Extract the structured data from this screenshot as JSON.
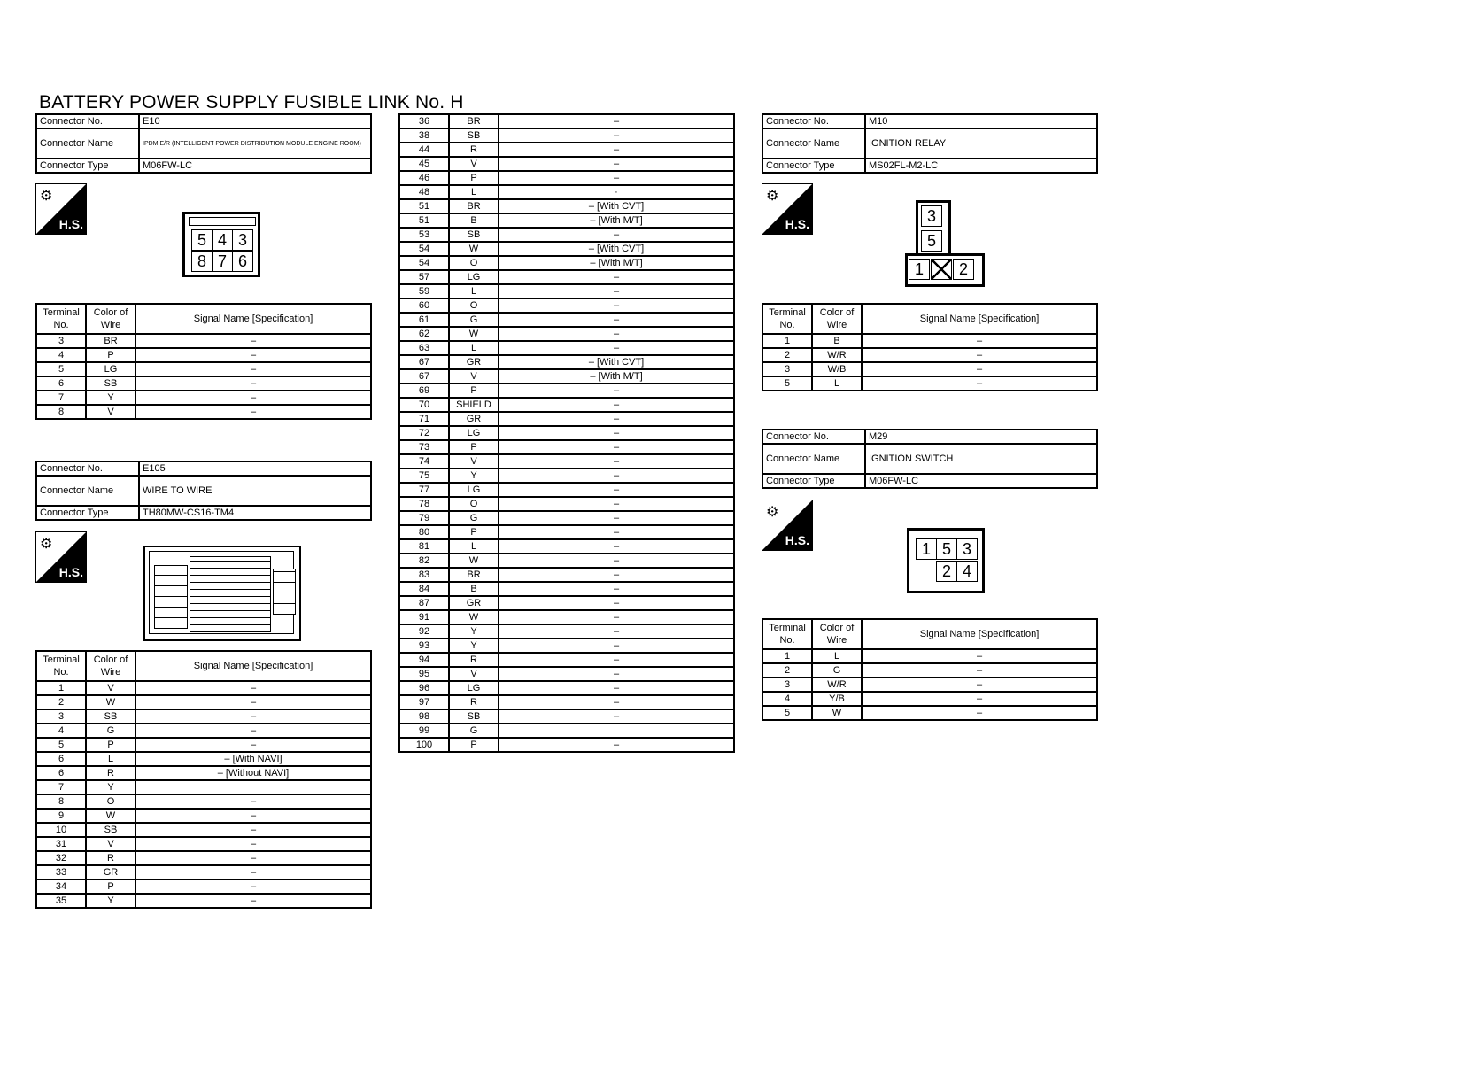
{
  "title": "BATTERY POWER SUPPLY FUSIBLE LINK No. H",
  "hs_label": "H.S.",
  "icons": {
    "hs": "connector-harness-side-icon"
  },
  "labels": {
    "connector_no": "Connector No.",
    "connector_name": "Connector Name",
    "connector_type": "Connector Type",
    "terminal_no": "Terminal No.",
    "color_of_wire": "Color of Wire",
    "signal_name": "Signal Name [Specification]"
  },
  "e10": {
    "no": "E10",
    "name": "IPDM E/R (INTELLIGENT POWER DISTRIBUTION MODULE ENGINE ROOM)",
    "type": "M06FW-LC",
    "pins_top": [
      "5",
      "4",
      "3"
    ],
    "pins_bottom": [
      "8",
      "7",
      "6"
    ],
    "rows": [
      [
        "3",
        "BR",
        "–"
      ],
      [
        "4",
        "P",
        "–"
      ],
      [
        "5",
        "LG",
        "–"
      ],
      [
        "6",
        "SB",
        "–"
      ],
      [
        "7",
        "Y",
        "–"
      ],
      [
        "8",
        "V",
        "–"
      ]
    ]
  },
  "e105": {
    "no": "E105",
    "name": "WIRE TO WIRE",
    "type": "TH80MW-CS16-TM4",
    "rows": [
      [
        "1",
        "V",
        "–"
      ],
      [
        "2",
        "W",
        "–"
      ],
      [
        "3",
        "SB",
        "–"
      ],
      [
        "4",
        "G",
        "–"
      ],
      [
        "5",
        "P",
        "–"
      ],
      [
        "6",
        "L",
        "– [With NAVI]"
      ],
      [
        "6",
        "R",
        "– [Without NAVI]"
      ],
      [
        "7",
        "Y",
        ""
      ],
      [
        "8",
        "O",
        "–"
      ],
      [
        "9",
        "W",
        "–"
      ],
      [
        "10",
        "SB",
        "–"
      ],
      [
        "31",
        "V",
        "–"
      ],
      [
        "32",
        "R",
        "–"
      ],
      [
        "33",
        "GR",
        "–"
      ],
      [
        "34",
        "P",
        "–"
      ],
      [
        "35",
        "Y",
        "–"
      ]
    ]
  },
  "e105_cont": {
    "rows": [
      [
        "36",
        "BR",
        "–"
      ],
      [
        "38",
        "SB",
        "–"
      ],
      [
        "44",
        "R",
        "–"
      ],
      [
        "45",
        "V",
        "–"
      ],
      [
        "46",
        "P",
        "–"
      ],
      [
        "48",
        "L",
        "·"
      ],
      [
        "51",
        "BR",
        "– [With CVT]"
      ],
      [
        "51",
        "B",
        "– [With M/T]"
      ],
      [
        "53",
        "SB",
        "–"
      ],
      [
        "54",
        "W",
        "– [With CVT]"
      ],
      [
        "54",
        "O",
        "– [With M/T]"
      ],
      [
        "57",
        "LG",
        "–"
      ],
      [
        "59",
        "L",
        "–"
      ],
      [
        "60",
        "O",
        "–"
      ],
      [
        "61",
        "G",
        "–"
      ],
      [
        "62",
        "W",
        "–"
      ],
      [
        "63",
        "L",
        "–"
      ],
      [
        "67",
        "GR",
        "– [With CVT]"
      ],
      [
        "67",
        "V",
        "– [With M/T]"
      ],
      [
        "69",
        "P",
        "–"
      ],
      [
        "70",
        "SHIELD",
        "–"
      ],
      [
        "71",
        "GR",
        "–"
      ],
      [
        "72",
        "LG",
        "–"
      ],
      [
        "73",
        "P",
        "–"
      ],
      [
        "74",
        "V",
        "–"
      ],
      [
        "75",
        "Y",
        "–"
      ],
      [
        "77",
        "LG",
        "–"
      ],
      [
        "78",
        "O",
        "–"
      ],
      [
        "79",
        "G",
        "–"
      ],
      [
        "80",
        "P",
        "–"
      ],
      [
        "81",
        "L",
        "–"
      ],
      [
        "82",
        "W",
        "–"
      ],
      [
        "83",
        "BR",
        "–"
      ],
      [
        "84",
        "B",
        "–"
      ],
      [
        "87",
        "GR",
        "–"
      ],
      [
        "91",
        "W",
        "–"
      ],
      [
        "92",
        "Y",
        "–"
      ],
      [
        "93",
        "Y",
        "–"
      ],
      [
        "94",
        "R",
        "–"
      ],
      [
        "95",
        "V",
        "–"
      ],
      [
        "96",
        "LG",
        "–"
      ],
      [
        "97",
        "R",
        "–"
      ],
      [
        "98",
        "SB",
        "–"
      ],
      [
        "99",
        "G",
        ""
      ],
      [
        "100",
        "P",
        "–"
      ]
    ]
  },
  "m10": {
    "no": "M10",
    "name": "IGNITION RELAY",
    "type": "MS02FL-M2-LC",
    "pins": [
      "3",
      "5",
      "1",
      "2"
    ],
    "rows": [
      [
        "1",
        "B",
        "–"
      ],
      [
        "2",
        "W/R",
        "–"
      ],
      [
        "3",
        "W/B",
        "–"
      ],
      [
        "5",
        "L",
        "–"
      ]
    ]
  },
  "m29": {
    "no": "M29",
    "name": "IGNITION SWITCH",
    "type": "M06FW-LC",
    "pins_top": [
      "1",
      "5",
      "3"
    ],
    "pins_bottom": [
      "",
      "2",
      "4"
    ],
    "rows": [
      [
        "1",
        "L",
        "–"
      ],
      [
        "2",
        "G",
        "–"
      ],
      [
        "3",
        "W/R",
        "–"
      ],
      [
        "4",
        "Y/B",
        "–"
      ],
      [
        "5",
        "W",
        "–"
      ]
    ]
  }
}
